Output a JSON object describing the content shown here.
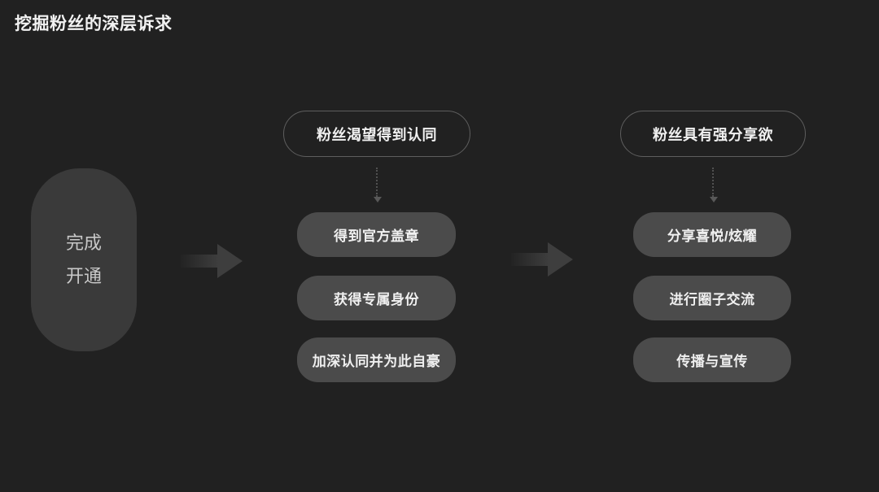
{
  "page": {
    "title": "挖掘粉丝的深层诉求"
  },
  "start_node": {
    "lines": [
      "完成",
      "开通"
    ]
  },
  "columns": [
    {
      "label": "粉丝渴望得到认同",
      "items": [
        "得到官方盖章",
        "获得专属身份",
        "加深认同并为此自豪"
      ]
    },
    {
      "label": "粉丝具有强分享欲",
      "items": [
        "分享喜悦/炫耀",
        "进行圈子交流",
        "传播与宣传"
      ]
    }
  ],
  "icons": {
    "flow_arrow": "arrow-right",
    "connector": "dotted-arrow-down"
  },
  "colors": {
    "background": "#212121",
    "start_node_fill": "#3a3a3a",
    "box_fill": "#4b4b4b",
    "pill_border": "#5e5e5e",
    "text_primary": "#f2f2f2",
    "text_muted": "#c8c8c8",
    "arrow_fill": "#3e3e3e"
  }
}
